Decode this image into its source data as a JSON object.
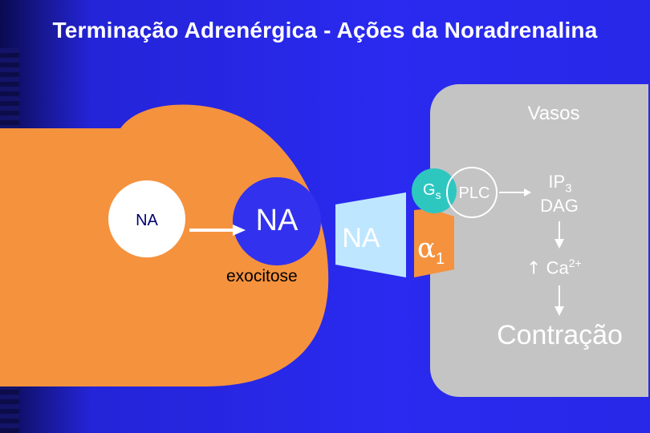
{
  "title": "Terminação Adrenérgica - Ações da Noradrenalina",
  "vessel_label": "Vasos",
  "vesicle_small_label": "NA",
  "vesicle_large_label": "NA",
  "exocytosis_label": "exocitose",
  "released_na_label": "NA",
  "receptor_label": {
    "base": "α",
    "sub": "1"
  },
  "g_protein_label": {
    "base": "G",
    "sub": "s"
  },
  "plc_label": "PLC",
  "second_messengers": {
    "ip": "IP",
    "ip_sub": "3",
    "dag": "DAG"
  },
  "calcium_label": {
    "arrow": "↑",
    "base": "Ca",
    "sup": "2+"
  },
  "result_label": "Contração",
  "colors": {
    "terminal": "#f5923e",
    "vessel": "#c4c4c4",
    "vesicle_small": "#ffffff",
    "vesicle_large": "#3232ee",
    "cleft": "#bfe6ff",
    "receptor": "#f5923e",
    "g_protein": "#2ec7c0",
    "na_small_text": "#000070",
    "na_large_text": "#ffffff"
  }
}
